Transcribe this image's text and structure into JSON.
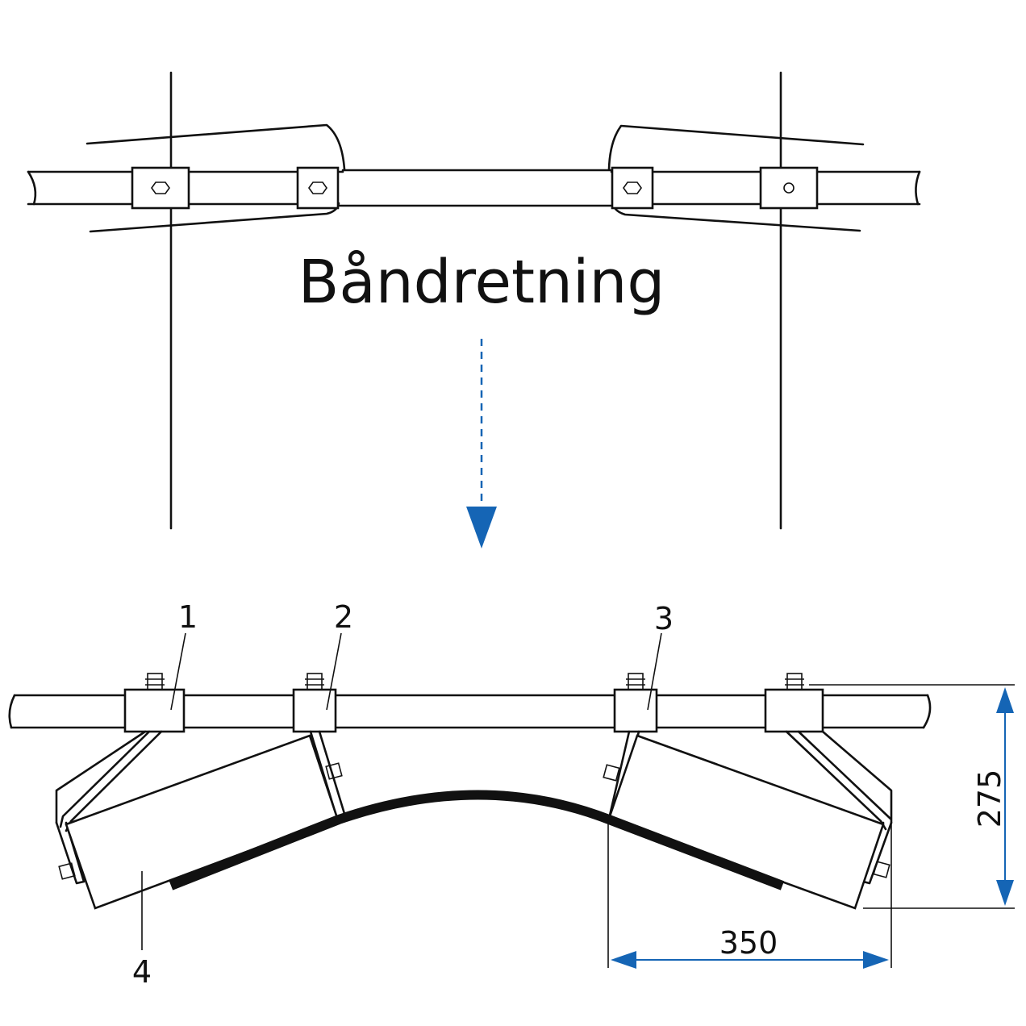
{
  "diagram": {
    "direction_label": "Båndretning",
    "callouts": [
      "1",
      "2",
      "3",
      "4"
    ],
    "dimensions": {
      "height": "275",
      "width": "350"
    },
    "colors": {
      "line": "#111111",
      "dimension": "#1565b5",
      "background": "#ffffff"
    }
  }
}
